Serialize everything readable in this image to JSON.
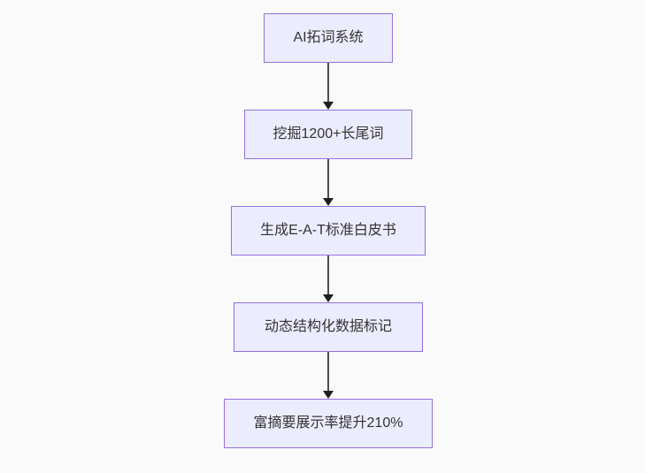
{
  "diagram": {
    "type": "flowchart",
    "direction": "top-down",
    "nodes": [
      {
        "id": "n1",
        "label": "AI拓词系统"
      },
      {
        "id": "n2",
        "label": "挖掘1200+长尾词"
      },
      {
        "id": "n3",
        "label": "生成E-A-T标准白皮书"
      },
      {
        "id": "n4",
        "label": "动态结构化数据标记"
      },
      {
        "id": "n5",
        "label": "富摘要展示率提升210%"
      }
    ],
    "edges": [
      {
        "from": "n1",
        "to": "n2",
        "arrow": "down"
      },
      {
        "from": "n2",
        "to": "n3",
        "arrow": "down"
      },
      {
        "from": "n3",
        "to": "n4",
        "arrow": "down"
      },
      {
        "from": "n4",
        "to": "n5",
        "arrow": "down"
      }
    ],
    "colors": {
      "background": "#fafafa",
      "node_fill": "#ECECFF",
      "node_border": "#9370DB",
      "edge_line": "#4d4d4d",
      "arrowhead": "#1f1f1f",
      "text": "#333333"
    }
  }
}
